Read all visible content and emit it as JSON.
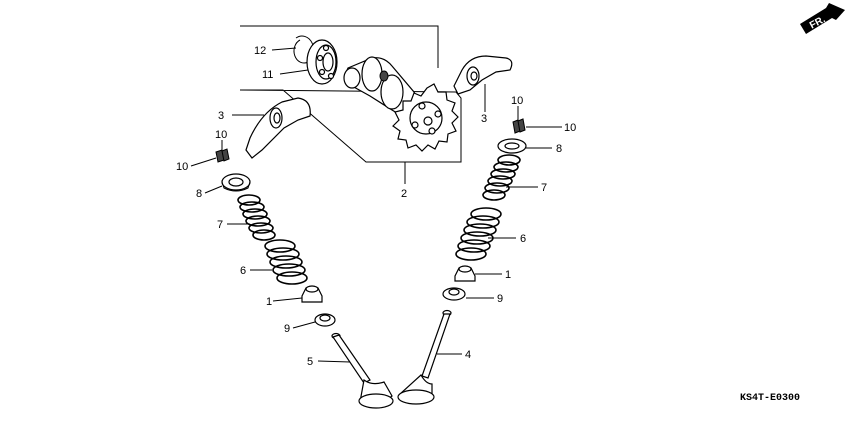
{
  "diagram": {
    "direction_label": "FR.",
    "drawing_code": "KS4T-E0300",
    "callouts": {
      "c12": "12",
      "c11": "11",
      "c3_left": "3",
      "c10_left_top": "10",
      "c10_left": "10",
      "c8_left": "8",
      "c7_left": "7",
      "c6_left": "6",
      "c1_left": "1",
      "c9_left": "9",
      "c5": "5",
      "c2": "2",
      "c3_right": "3",
      "c10_right_top": "10",
      "c10_right": "10",
      "c8_right": "8",
      "c7_right": "7",
      "c6_right": "6",
      "c1_right": "1",
      "c9_right": "9",
      "c4": "4"
    }
  }
}
